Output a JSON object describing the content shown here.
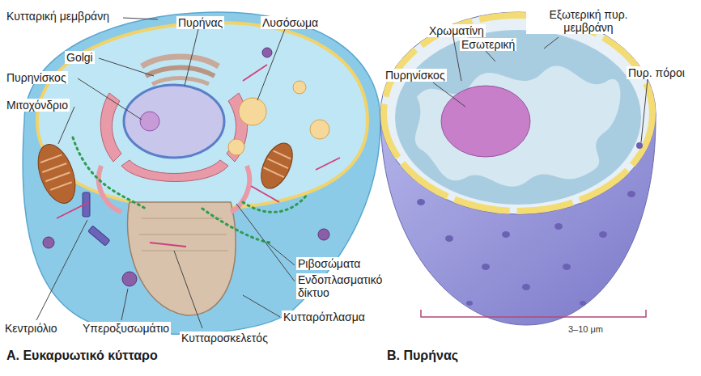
{
  "diagram": {
    "labels": [
      "Κυτταρική μεμβράνη",
      "Πυρήνας",
      "Λυσόσωμα",
      "Golgi",
      "Πυρηνίσκος",
      "Μιτοχόνδριο",
      "Ριβοσώματα",
      "Ενδοπλασματικό δίκτυο",
      "Κυτταρόπλασμα",
      "Κεντριόλιο",
      "Υπεροξυσωμάτιο",
      "Κυτταροσκελετός",
      "A. Ευκαρυωτικό κύτταρο",
      "Χρωματίνη",
      "Εσωτερική",
      "Εξωτερική πυρ. μεμβράνη",
      "Πυρηνίσκος",
      "Πυρ. πόροι",
      "3–10 μm",
      "B. Πυρήνας"
    ]
  }
}
